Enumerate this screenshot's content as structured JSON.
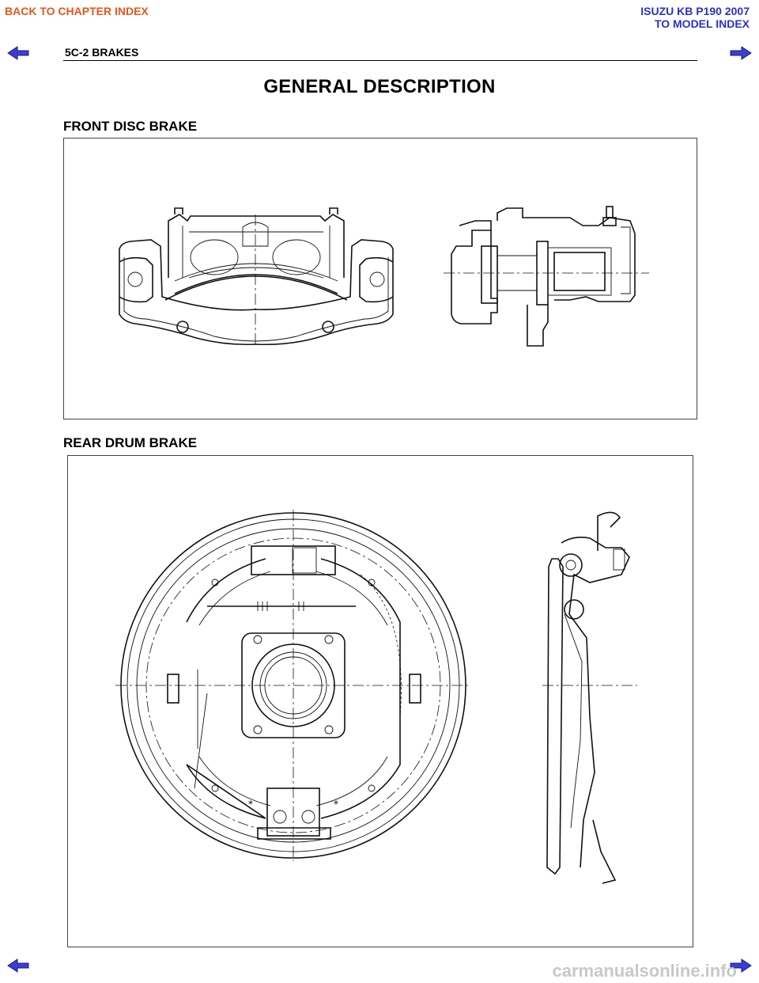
{
  "nav": {
    "back_to_chapter": "BACK TO CHAPTER INDEX",
    "model_title": "ISUZU KB P190 2007",
    "to_model_index": "TO MODEL INDEX",
    "link_color_orange": "#e8561a",
    "link_color_blue": "#2a32c8",
    "arrow_color": "#3a3fd0",
    "arrow_icons": [
      "previous-page-arrow-icon",
      "next-page-arrow-icon"
    ]
  },
  "header": {
    "section_label": "5C-2  BRAKES"
  },
  "page": {
    "title": "GENERAL DESCRIPTION"
  },
  "sections": {
    "front": {
      "heading": "FRONT DISC BRAKE"
    },
    "rear": {
      "heading": "REAR DRUM BRAKE"
    }
  },
  "footer": {
    "watermark": "carmanualsonline.info"
  }
}
